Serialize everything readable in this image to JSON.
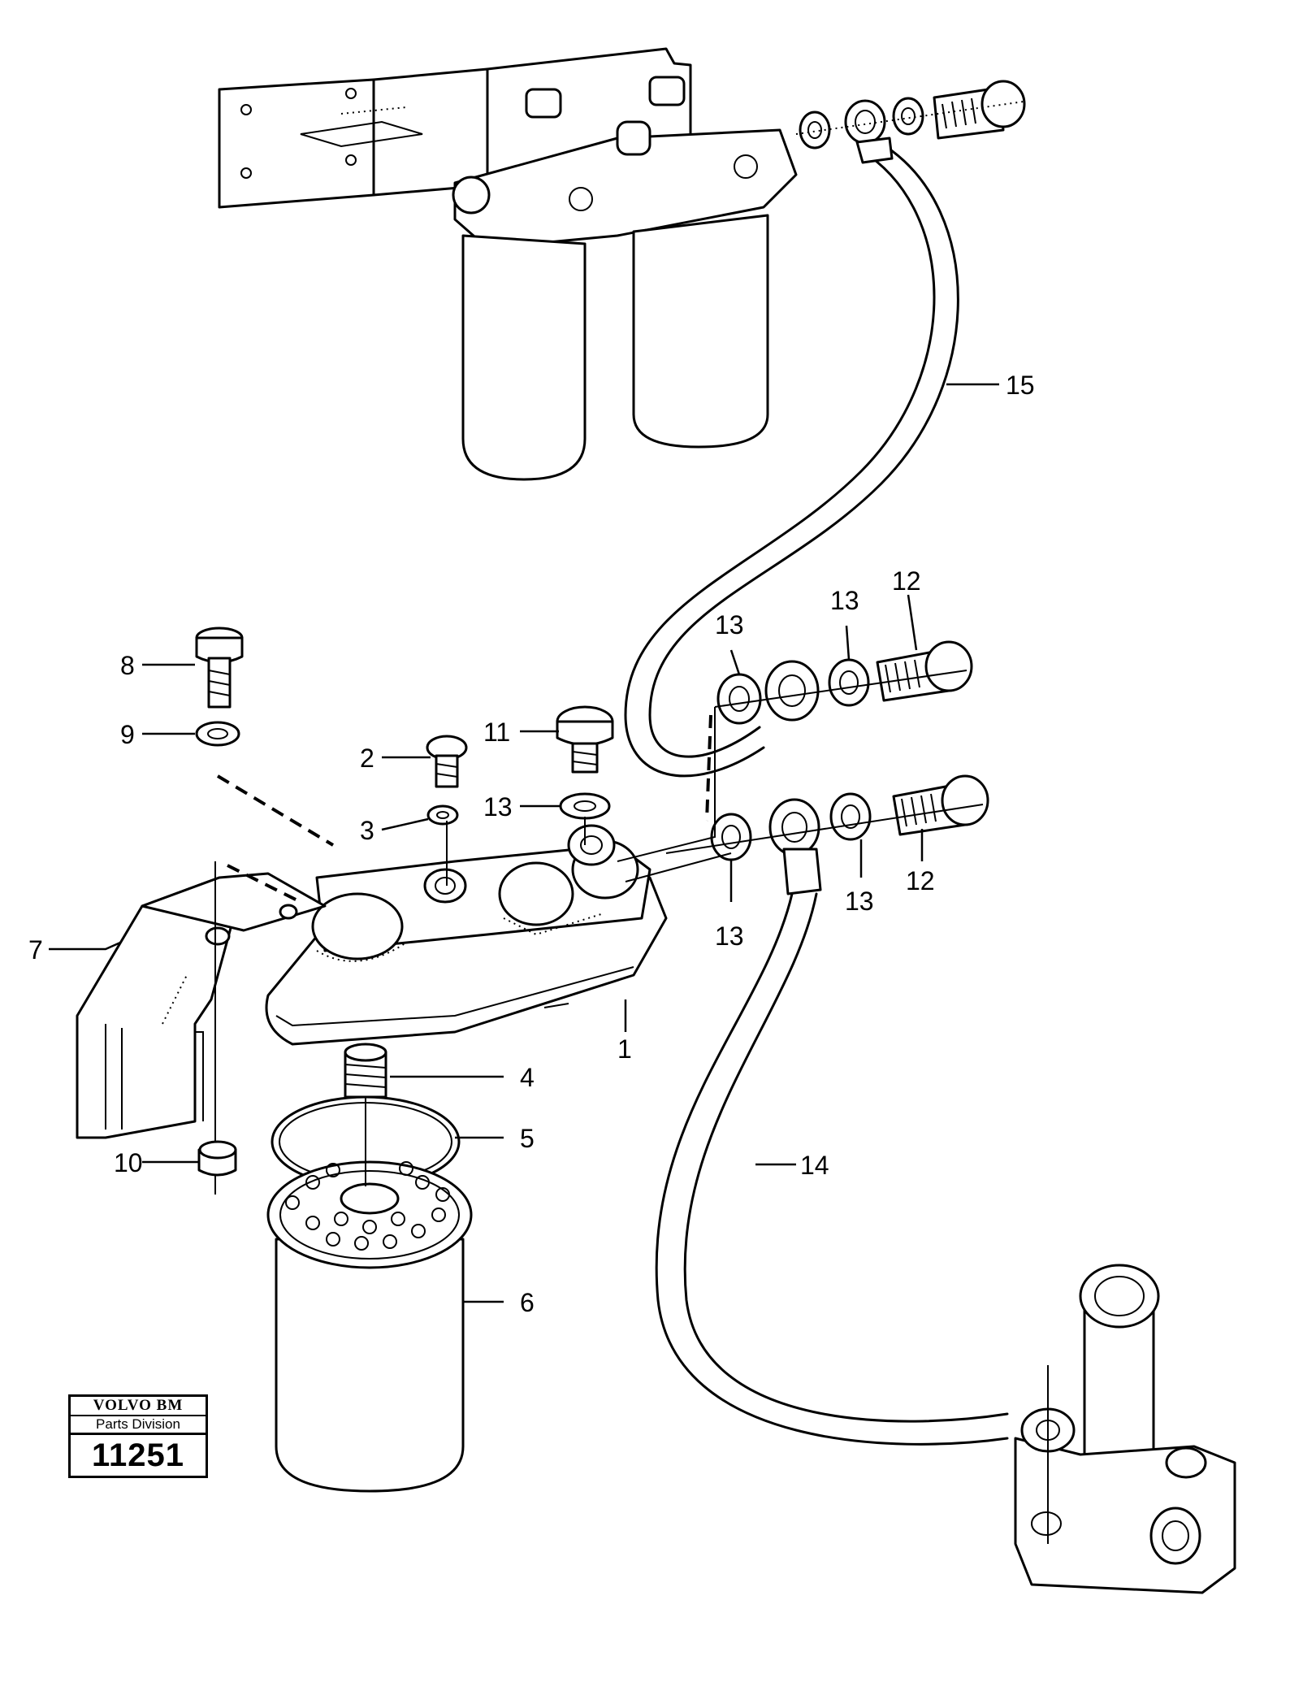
{
  "logo": {
    "brand": "VOLVO BM",
    "division": "Parts Division",
    "number": "11251"
  },
  "callouts": {
    "c1": "1",
    "c2": "2",
    "c3": "3",
    "c4": "4",
    "c5": "5",
    "c6": "6",
    "c7": "7",
    "c8": "8",
    "c9": "9",
    "c10": "10",
    "c11": "11",
    "c12a": "12",
    "c12b": "12",
    "c13a": "13",
    "c13b": "13",
    "c13c": "13",
    "c13d": "13",
    "c13e": "13",
    "c14": "14",
    "c15": "15"
  }
}
